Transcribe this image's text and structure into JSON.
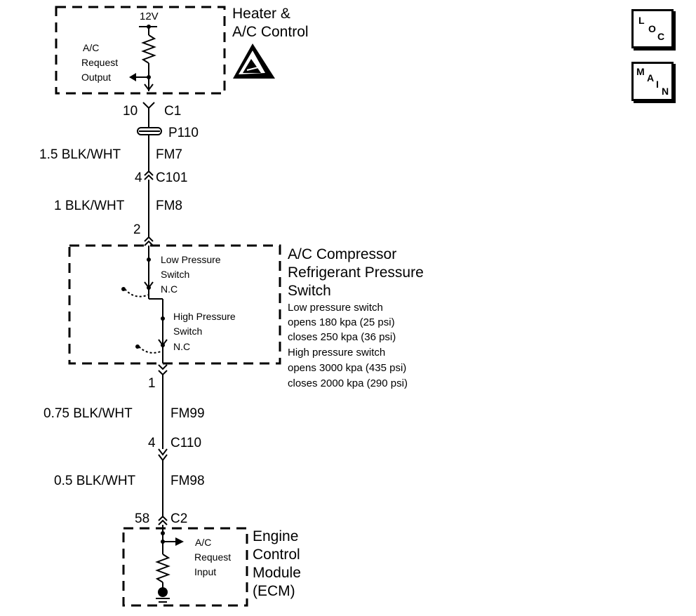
{
  "nav": {
    "loc": [
      "L",
      "O",
      "C"
    ],
    "main": [
      "M",
      "A",
      "I",
      "N"
    ]
  },
  "heater": {
    "title": [
      "Heater &",
      "A/C Control"
    ],
    "supply": "12V",
    "output_label": [
      "A/C",
      "Request",
      "Output"
    ]
  },
  "circuit": {
    "c1_pin": "10",
    "c1": "C1",
    "p110": "P110",
    "w1_gauge": "1.5 BLK/WHT",
    "w1_id": "FM7",
    "c101_pin": "4",
    "c101": "C101",
    "w2_gauge": "1 BLK/WHT",
    "w2_id": "FM8",
    "sw_pin_top": "2",
    "sw_pin_bottom": "1",
    "w3_gauge": "0.75 BLK/WHT",
    "w3_id": "FM99",
    "c110_pin": "4",
    "c110": "C110",
    "w4_gauge": "0.5 BLK/WHT",
    "w4_id": "FM98",
    "c2_pin": "58",
    "c2": "C2"
  },
  "compressor": {
    "title": [
      "A/C Compressor",
      "Refrigerant Pressure",
      "Switch"
    ],
    "low_switch": [
      "Low Pressure",
      "Switch"
    ],
    "high_switch": [
      "High Pressure",
      "Switch"
    ],
    "nc": "N.C",
    "specs": [
      "Low pressure switch",
      "opens 180 kpa (25 psi)",
      "closes 250 kpa (36 psi)",
      "High pressure switch",
      "opens 3000 kpa (435 psi)",
      "closes 2000 kpa (290 psi)"
    ]
  },
  "ecm": {
    "title": [
      "Engine",
      "Control",
      "Module",
      "(ECM)"
    ],
    "input_label": [
      "A/C",
      "Request",
      "Input"
    ]
  }
}
